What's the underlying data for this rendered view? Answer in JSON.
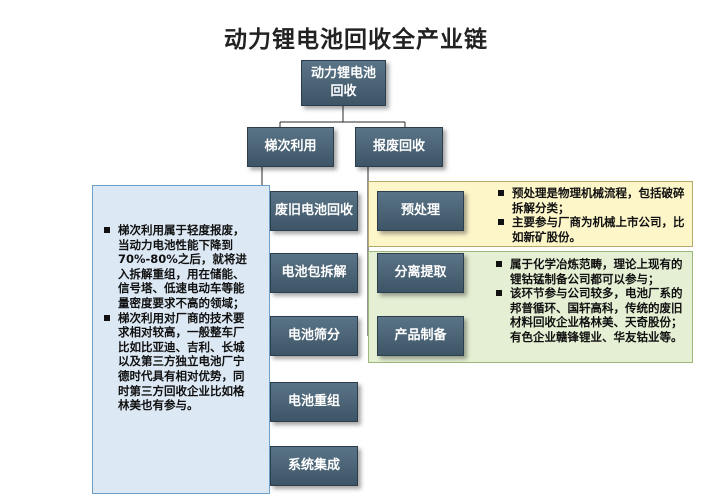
{
  "title": "动力锂电池回收全产业链",
  "root": "动力锂电池回收",
  "branches": {
    "left": "梯次利用",
    "right": "报废回收"
  },
  "steps": [
    "废旧电池回收",
    "电池包拆解",
    "电池筛分",
    "电池重组",
    "系统集成"
  ],
  "recycle_steps": [
    "预处理",
    "分离提取",
    "产品制备"
  ],
  "left_notes": [
    "梯次利用属于轻度报废，当动力电池性能下降到70%-80%之后，就将进入拆解重组，用在储能、信号塔、低速电动车等能量密度要求不高的领域；",
    "梯次利用对厂商的技术要求相对较高，一般整车厂比如比亚迪、吉利、长城以及第三方独立电池厂宁德时代具有相对优势，同时第三方回收企业比如格林美也有参与。"
  ],
  "pre_notes": [
    "预处理是物理机械流程，包括破碎拆解分类；",
    "主要参与厂商为机械上市公司，比如新矿股份。"
  ],
  "sep_notes": [
    "属于化学冶炼范畴，理论上现有的锂钴锰制备公司都可以参与；",
    "该环节参与公司较多，电池厂系的邦普循环、国轩高科，传统的废旧材料回收企业格林美、天奇股份；有色企业赣锋锂业、华友钴业等。"
  ],
  "colors": {
    "node": "#4a6273",
    "blue_panel": "#dce8f4",
    "yellow_panel": "#fdf6c9",
    "green_panel": "#e4efd3"
  }
}
